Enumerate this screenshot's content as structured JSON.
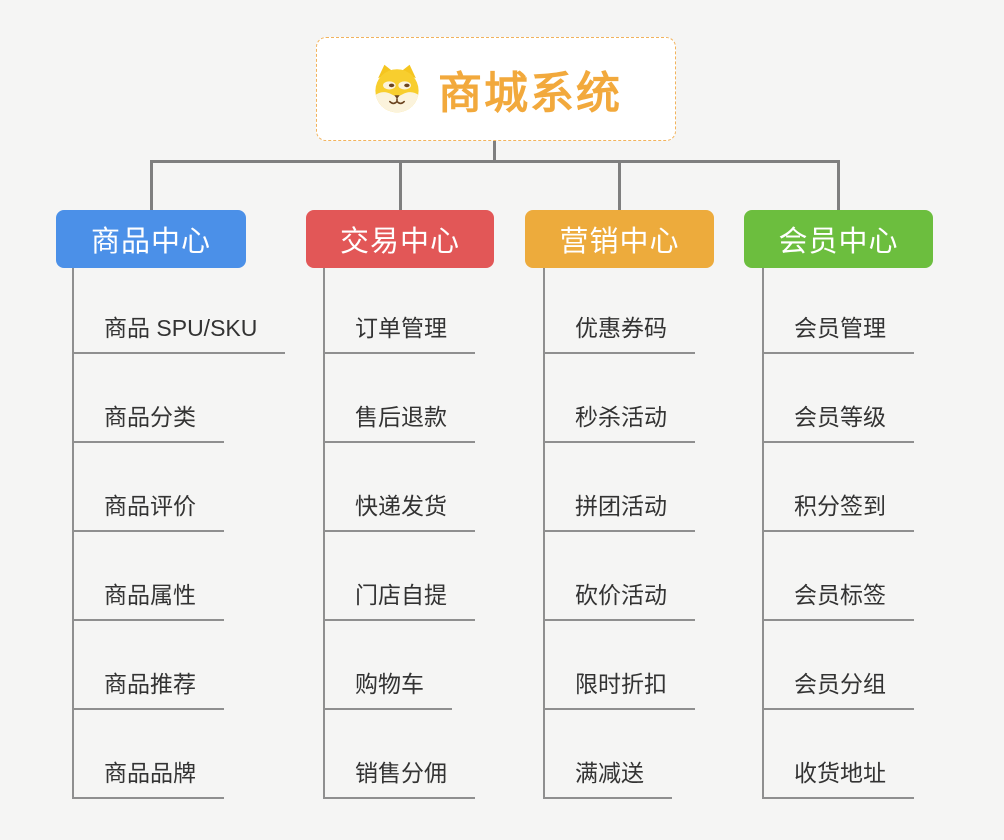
{
  "root": {
    "title": "商城系统",
    "accent_color": "#f2a93c",
    "icon": "dog-icon"
  },
  "branches": [
    {
      "label": "商品中心",
      "color": "#4b90e8",
      "items": [
        "商品 SPU/SKU",
        "商品分类",
        "商品评价",
        "商品属性",
        "商品推荐",
        "商品品牌"
      ]
    },
    {
      "label": "交易中心",
      "color": "#e25757",
      "items": [
        "订单管理",
        "售后退款",
        "快递发货",
        "门店自提",
        "购物车",
        "销售分佣"
      ]
    },
    {
      "label": "营销中心",
      "color": "#edab3c",
      "items": [
        "优惠券码",
        "秒杀活动",
        "拼团活动",
        "砍价活动",
        "限时折扣",
        "满减送"
      ]
    },
    {
      "label": "会员中心",
      "color": "#6cbe3e",
      "items": [
        "会员管理",
        "会员等级",
        "积分签到",
        "会员标签",
        "会员分组",
        "收货地址"
      ]
    }
  ]
}
